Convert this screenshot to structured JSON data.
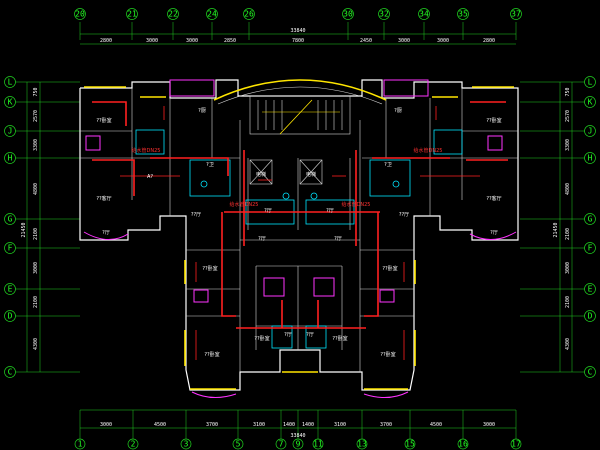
{
  "drawing": {
    "top_axes": [
      "20",
      "21",
      "22",
      "24",
      "26",
      "30",
      "32",
      "34",
      "35",
      "37"
    ],
    "bottom_axes": [
      "1",
      "2",
      "3",
      "5",
      "7",
      "9",
      "11",
      "13",
      "15",
      "16",
      "17"
    ],
    "left_axes": [
      "L",
      "K",
      "J",
      "H",
      "G",
      "F",
      "E",
      "D",
      "C"
    ],
    "right_axes": [
      "L",
      "K",
      "J",
      "H",
      "G",
      "F",
      "E",
      "D",
      "C"
    ],
    "top_overall": "33840",
    "top_dims": [
      "2800",
      "3000",
      "3000",
      "2850",
      "7800",
      "2450",
      "3000",
      "3000",
      "2800"
    ],
    "bottom_overall": "33840",
    "bottom_dims": [
      "3000",
      "4500",
      "3700",
      "3100",
      "1400",
      "1400",
      "3100",
      "3700",
      "4500",
      "3000"
    ],
    "left_dims": [
      "2570",
      "3300",
      "4800",
      "2100",
      "3000",
      "2100",
      "4300"
    ],
    "left_overall": "21450",
    "right_dims": [
      "2570",
      "3300",
      "4800",
      "2100",
      "3000",
      "2100",
      "4300"
    ],
    "right_overall": "21450",
    "small_dims": [
      "750",
      "750"
    ],
    "room_labels": {
      "r1": "??卧室",
      "r2": "??卧室",
      "r3": "A?",
      "r4": "??厅",
      "r5": "??厅",
      "r6": "??客厅",
      "r7": "??客厅",
      "r8": "??卧室",
      "r9": "??卧室",
      "r10": "??卧室",
      "r11": "??卧室",
      "r12": "??卧室",
      "r13": "??卧室",
      "r14": "?厨",
      "r15": "?厨",
      "r16": "?卫",
      "r17": "?卫",
      "r18": "?厅",
      "r19": "?厅",
      "r20": "电梯",
      "r21": "电梯",
      "r22": "?厅",
      "r23": "?厅",
      "r24": "?厅",
      "r25": "?厅",
      "r26": "?厅",
      "r27": "?厅"
    },
    "notes": {
      "n1": "给水管DN25",
      "n2": "给水管DN25",
      "n3": "给水管DN25",
      "n4": "给水管DN25"
    }
  }
}
